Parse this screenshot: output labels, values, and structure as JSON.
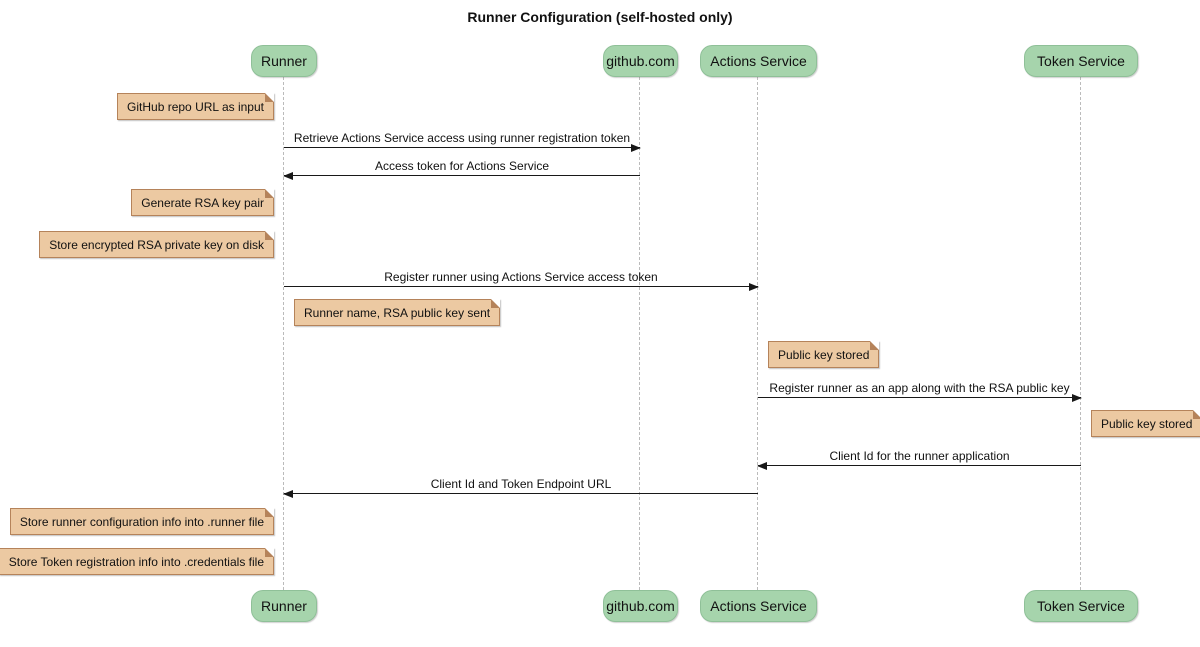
{
  "title": "Runner Configuration (self-hosted only)",
  "colors": {
    "participant_fill": "#a6d4ac",
    "participant_border": "#8fc098",
    "note_fill": "#ecc9a2",
    "note_border": "#b5835a",
    "note_fold": "#d9b184",
    "lifeline": "#bbbbbb",
    "arrow": "#181818",
    "text": "#111111",
    "background": "#ffffff"
  },
  "participants": [
    {
      "id": "runner",
      "label": "Runner"
    },
    {
      "id": "github",
      "label": "github.com"
    },
    {
      "id": "actions-service",
      "label": "Actions Service"
    },
    {
      "id": "token-service",
      "label": "Token Service"
    }
  ],
  "notes": [
    {
      "text": "GitHub repo URL as input",
      "attached_to": "Runner",
      "side": "left"
    },
    {
      "text": "Generate RSA key pair",
      "attached_to": "Runner",
      "side": "left"
    },
    {
      "text": "Store encrypted RSA private key on disk",
      "attached_to": "Runner",
      "side": "left"
    },
    {
      "text": "Runner name, RSA public key sent",
      "attached_to": "Runner",
      "side": "right"
    },
    {
      "text": "Public key stored",
      "attached_to": "Actions Service",
      "side": "right"
    },
    {
      "text": "Public key stored",
      "attached_to": "Token Service",
      "side": "right"
    },
    {
      "text": "Store runner configuration info into .runner file",
      "attached_to": "Runner",
      "side": "left"
    },
    {
      "text": "Store Token registration info into .credentials file",
      "attached_to": "Runner",
      "side": "left"
    }
  ],
  "messages": [
    {
      "text": "Retrieve Actions Service access using runner registration token",
      "from": "Runner",
      "to": "github.com",
      "direction": "right"
    },
    {
      "text": "Access token for Actions Service",
      "from": "github.com",
      "to": "Runner",
      "direction": "left"
    },
    {
      "text": "Register runner using Actions Service access token",
      "from": "Runner",
      "to": "Actions Service",
      "direction": "right"
    },
    {
      "text": "Register runner as an app along with the RSA public key",
      "from": "Actions Service",
      "to": "Token Service",
      "direction": "right"
    },
    {
      "text": "Client Id for the runner application",
      "from": "Token Service",
      "to": "Actions Service",
      "direction": "left"
    },
    {
      "text": "Client Id and Token Endpoint URL",
      "from": "Actions Service",
      "to": "Runner",
      "direction": "left"
    }
  ]
}
